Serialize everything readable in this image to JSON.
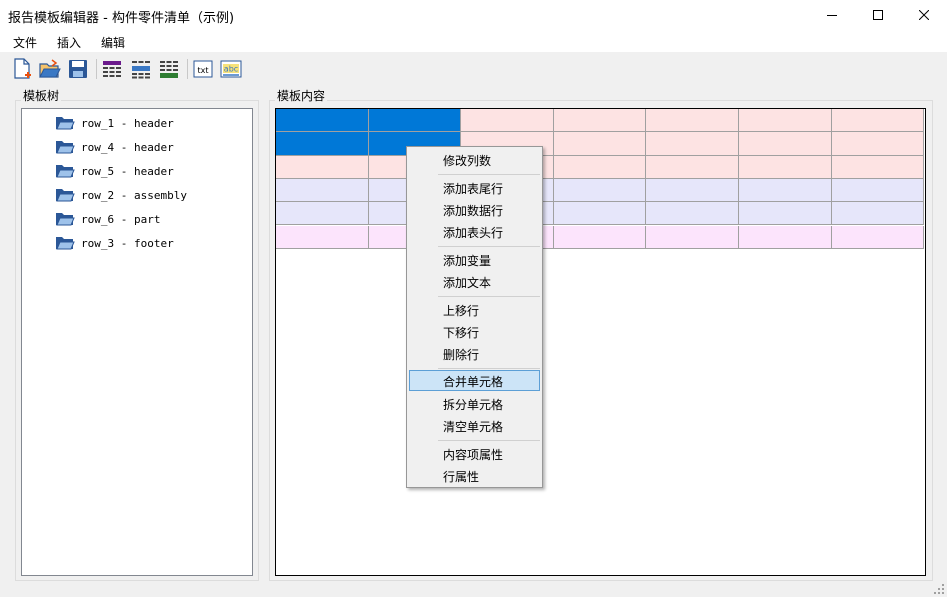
{
  "window": {
    "title": "报告模板编辑器 - 构件零件清单（示例)"
  },
  "menu": {
    "items": [
      {
        "label": "文件"
      },
      {
        "label": "插入"
      },
      {
        "label": "编辑"
      }
    ]
  },
  "toolbar": {
    "buttons": [
      {
        "icon": "new-file-icon"
      },
      {
        "icon": "open-folder-icon"
      },
      {
        "icon": "save-icon"
      },
      {
        "icon": "add-header-row-icon"
      },
      {
        "icon": "add-data-row-icon"
      },
      {
        "icon": "add-footer-row-icon"
      },
      {
        "icon": "add-text-icon",
        "text": "txt"
      },
      {
        "icon": "add-variable-icon",
        "text": "abc"
      }
    ]
  },
  "tree_panel": {
    "label": "模板树",
    "items": [
      {
        "label": "row_1 - header"
      },
      {
        "label": "row_4 - header"
      },
      {
        "label": "row_5 - header"
      },
      {
        "label": "row_2 - assembly"
      },
      {
        "label": "row_6 - part"
      },
      {
        "label": "row_3 - footer"
      }
    ]
  },
  "content_panel": {
    "label": "模板内容",
    "rows": [
      {
        "type": "header",
        "color": "#fde3e3"
      },
      {
        "type": "header",
        "color": "#fde3e3"
      },
      {
        "type": "header",
        "color": "#fde3e3"
      },
      {
        "type": "assembly",
        "color": "#e6e6fa"
      },
      {
        "type": "part",
        "color": "#e6e6fa"
      },
      {
        "type": "footer",
        "color": "#fce4fc"
      }
    ],
    "columns": 7,
    "selected_color": "#0078d7"
  },
  "context_menu": {
    "groups": [
      [
        {
          "label": "修改列数"
        }
      ],
      [
        {
          "label": "添加表尾行"
        },
        {
          "label": "添加数据行"
        },
        {
          "label": "添加表头行"
        }
      ],
      [
        {
          "label": "添加变量"
        },
        {
          "label": "添加文本"
        }
      ],
      [
        {
          "label": "上移行"
        },
        {
          "label": "下移行"
        },
        {
          "label": "删除行"
        }
      ],
      [
        {
          "label": "合并单元格",
          "highlighted": true
        },
        {
          "label": "拆分单元格"
        },
        {
          "label": "清空单元格"
        }
      ],
      [
        {
          "label": "内容项属性"
        },
        {
          "label": "行属性"
        }
      ]
    ]
  }
}
